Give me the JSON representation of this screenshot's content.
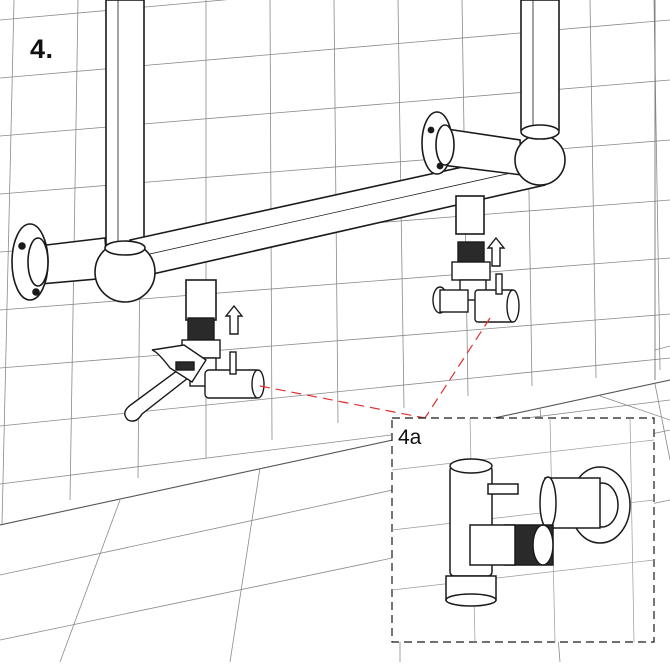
{
  "step": {
    "label": "4."
  },
  "detail": {
    "label": "4a"
  },
  "colors": {
    "line": "#1a1a1a",
    "grid": "#8a8a8a",
    "detail_leader": "#e03030",
    "fill": "#ffffff",
    "thread": "#2a2a2a"
  },
  "icons": [
    "wall-tile-grid",
    "towel-rail",
    "wall-flange-left",
    "wall-flange-right",
    "elbow-joint-left",
    "elbow-joint-right",
    "angle-valve-left",
    "angle-valve-right",
    "threaded-adapter-left",
    "threaded-adapter-right",
    "up-arrow-icon",
    "adjustable-wrench",
    "detail-inset-valve"
  ]
}
